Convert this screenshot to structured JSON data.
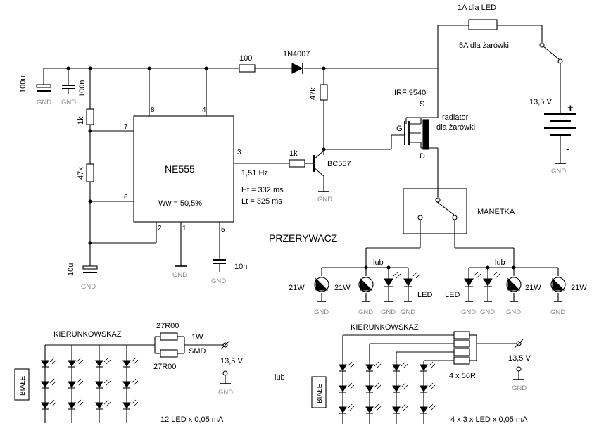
{
  "labels": {
    "fuse_led": "1A dla LED",
    "fuse_bulb": "5A dla żarówki",
    "battery_voltage": "13,5 V",
    "battery_plus": "+",
    "battery_minus": "-",
    "cap_100u": "100u",
    "cap_100n": "100n",
    "r_1k_top": "1k",
    "r_47k_left": "47k",
    "r_100": "100",
    "diode": "1N4007",
    "r_47k_gate": "47k",
    "mosfet": "IRF 9540",
    "mosfet_s": "S",
    "mosfet_g": "G",
    "mosfet_d": "D",
    "radiator_1": "radiator",
    "radiator_2": "dla żarówki",
    "ic": "NE555",
    "duty": "Ww = 50,5%",
    "pin_8": "8",
    "pin_4": "4",
    "pin_7": "7",
    "pin_6": "6",
    "pin_3": "3",
    "pin_2": "2",
    "pin_1": "1",
    "pin_5": "5",
    "r_1k_base": "1k",
    "transistor": "BC557",
    "freq": "1,51 Hz",
    "ht": "Ht = 332 ms",
    "lt": "Lt = 325 ms",
    "cap_10u": "10u",
    "cap_10n": "10n",
    "title": "PRZERYWACZ",
    "switch": "MANETKA",
    "lub_1": "lub",
    "lub_2": "lub",
    "lub_3": "lub",
    "bulb_1": "21W",
    "bulb_2": "21W",
    "bulb_3": "21W",
    "bulb_4": "21W",
    "led_left": "LED",
    "led_right": "LED",
    "gnd": "GND",
    "kier_left": "KIERUNKOWSKAZ",
    "kier_right": "KIERUNKOWSKAZ",
    "r_27_top": "27R00",
    "r_27_bot": "27R00",
    "watt": "1W",
    "smd": "SMD",
    "v_left": "13,5 V",
    "v_right": "13,5 V",
    "biale_left": "BIAŁE",
    "biale_right": "BIAŁE",
    "r_4x56": "4 x 56R",
    "summary_left": "12 LED x 0,05 mA",
    "summary_right": "4 x 3 x LED x 0,05 mA"
  }
}
